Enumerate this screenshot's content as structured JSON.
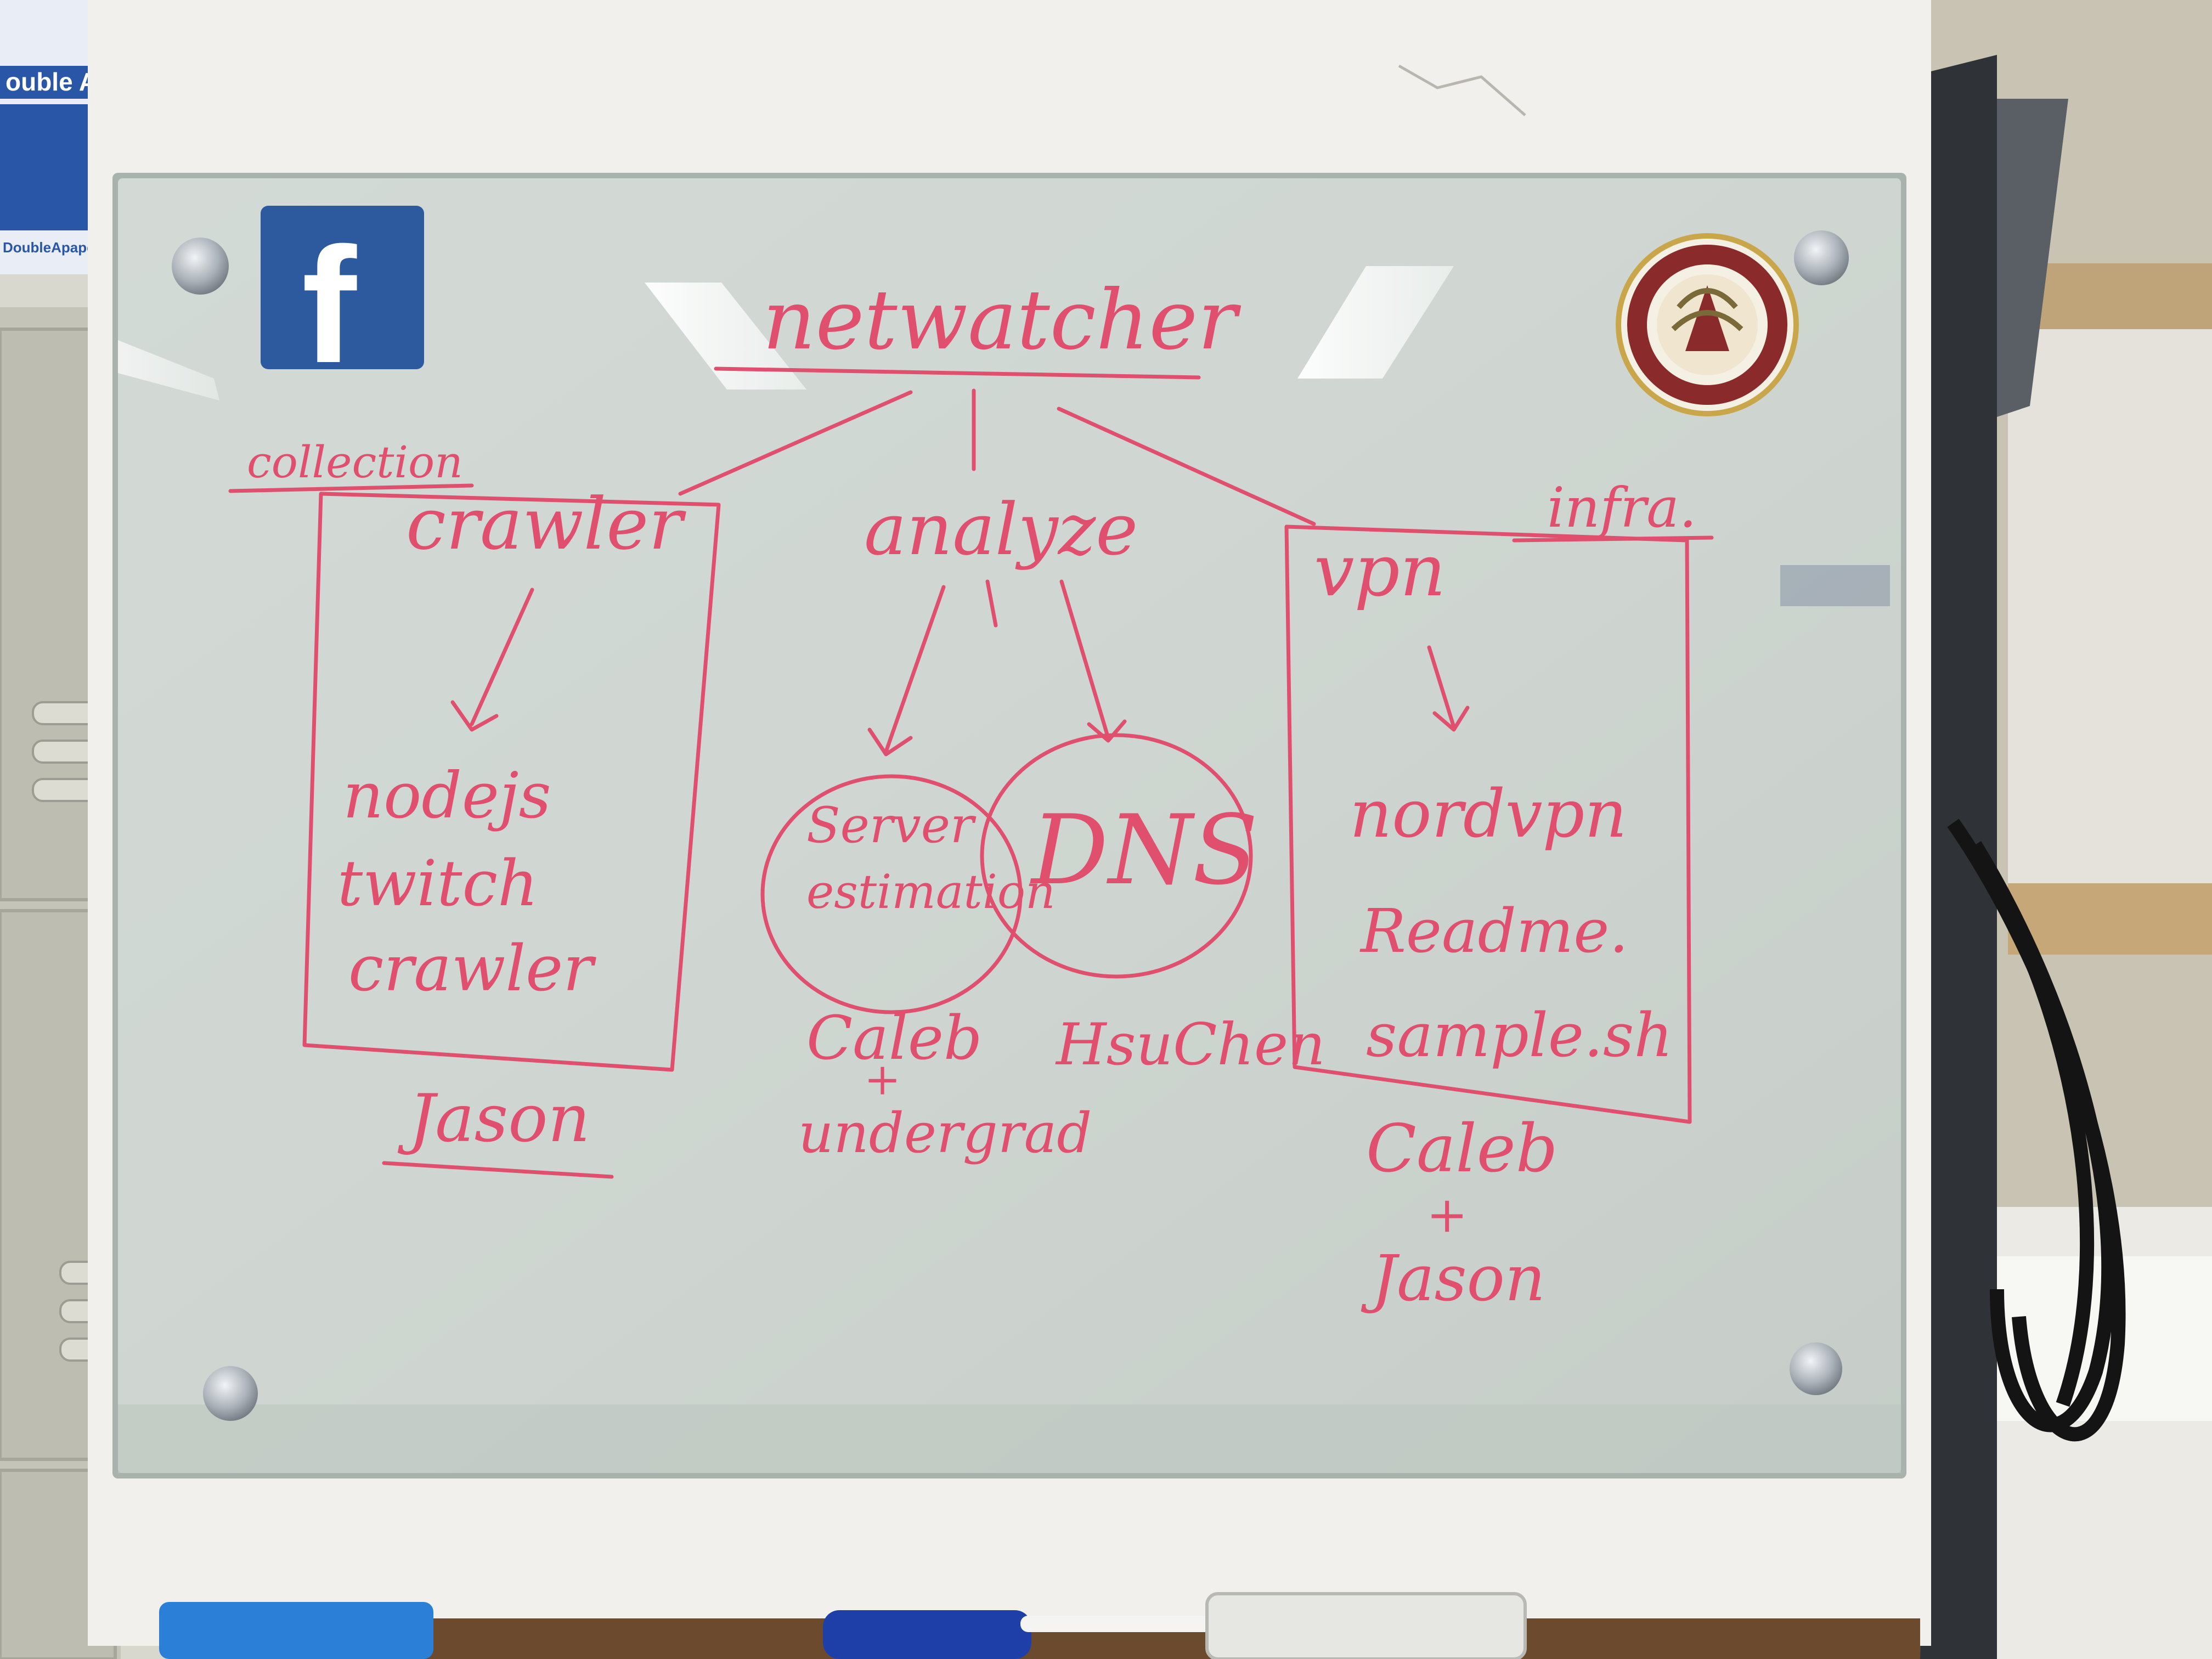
{
  "whiteboard": {
    "title": "netwatcher",
    "ink_color": "#e0506e",
    "branches": [
      {
        "section_label": "collection",
        "heading": "crawler",
        "items": [
          "nodejs",
          "twitch",
          "crawler"
        ],
        "owner": [
          "Jason"
        ]
      },
      {
        "heading": "analyze",
        "bubbles": [
          {
            "lines": [
              "Server",
              "estimation"
            ],
            "owner": [
              "Caleb",
              "+",
              "undergrad"
            ]
          },
          {
            "lines": [
              "DNS"
            ],
            "owner": [
              "HsuChen"
            ]
          }
        ]
      },
      {
        "section_label": "infra.",
        "heading": "vpn",
        "items": [
          "nordvpn",
          "Readme.",
          "sample.sh"
        ],
        "owner": [
          "Caleb",
          "+",
          "Jason"
        ]
      }
    ]
  },
  "stickers": {
    "facebook": {
      "icon": "facebook-logo-icon",
      "letter": "f",
      "color": "#2d5a9e"
    },
    "university_seal": {
      "icon": "university-seal-icon",
      "color": "#8a2a2a"
    }
  },
  "background": {
    "corner_sign_text": [
      "ouble A",
      "DoubleApaper"
    ]
  }
}
